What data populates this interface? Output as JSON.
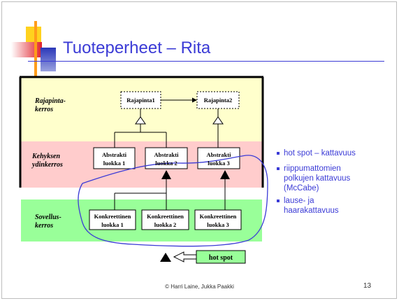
{
  "slide": {
    "title": "Tuoteperheet – Rita",
    "footer_author": "© Harri Laine, Jukka Paakki",
    "page_number": "13"
  },
  "layers": {
    "interface": "Rajapinta-kerros",
    "core": "Kehyksen ydinkerros",
    "application": "Sovellus-kerros"
  },
  "classes": {
    "interfaces": [
      "Rajapinta1",
      "Rajapinta2"
    ],
    "abstract": [
      {
        "line1": "Abstrakti",
        "line2": "luokka 1"
      },
      {
        "line1": "Abstrakti",
        "line2": "luokka 2"
      },
      {
        "line1": "Abstrakti",
        "line2": "luokka 3"
      }
    ],
    "concrete": [
      {
        "line1": "Konkreettinen",
        "line2": "luokka 1"
      },
      {
        "line1": "Konkreettinen",
        "line2": "luokka 2"
      },
      {
        "line1": "Konkreettinen",
        "line2": "luokka 3"
      }
    ]
  },
  "hotspot_label": "hot spot",
  "bullets": [
    "hot spot – kattavuus",
    "riippumattomien polkujen kattavuus (McCabe)",
    "lause- ja haarakattavuus"
  ],
  "colors": {
    "title": "#3b3bd6",
    "interface_band": "#ffffcc",
    "core_band": "#ffcccc",
    "application_band": "#99ff99",
    "hotspot_box": "#99ff99",
    "annotation_line": "#3b3bd6"
  }
}
